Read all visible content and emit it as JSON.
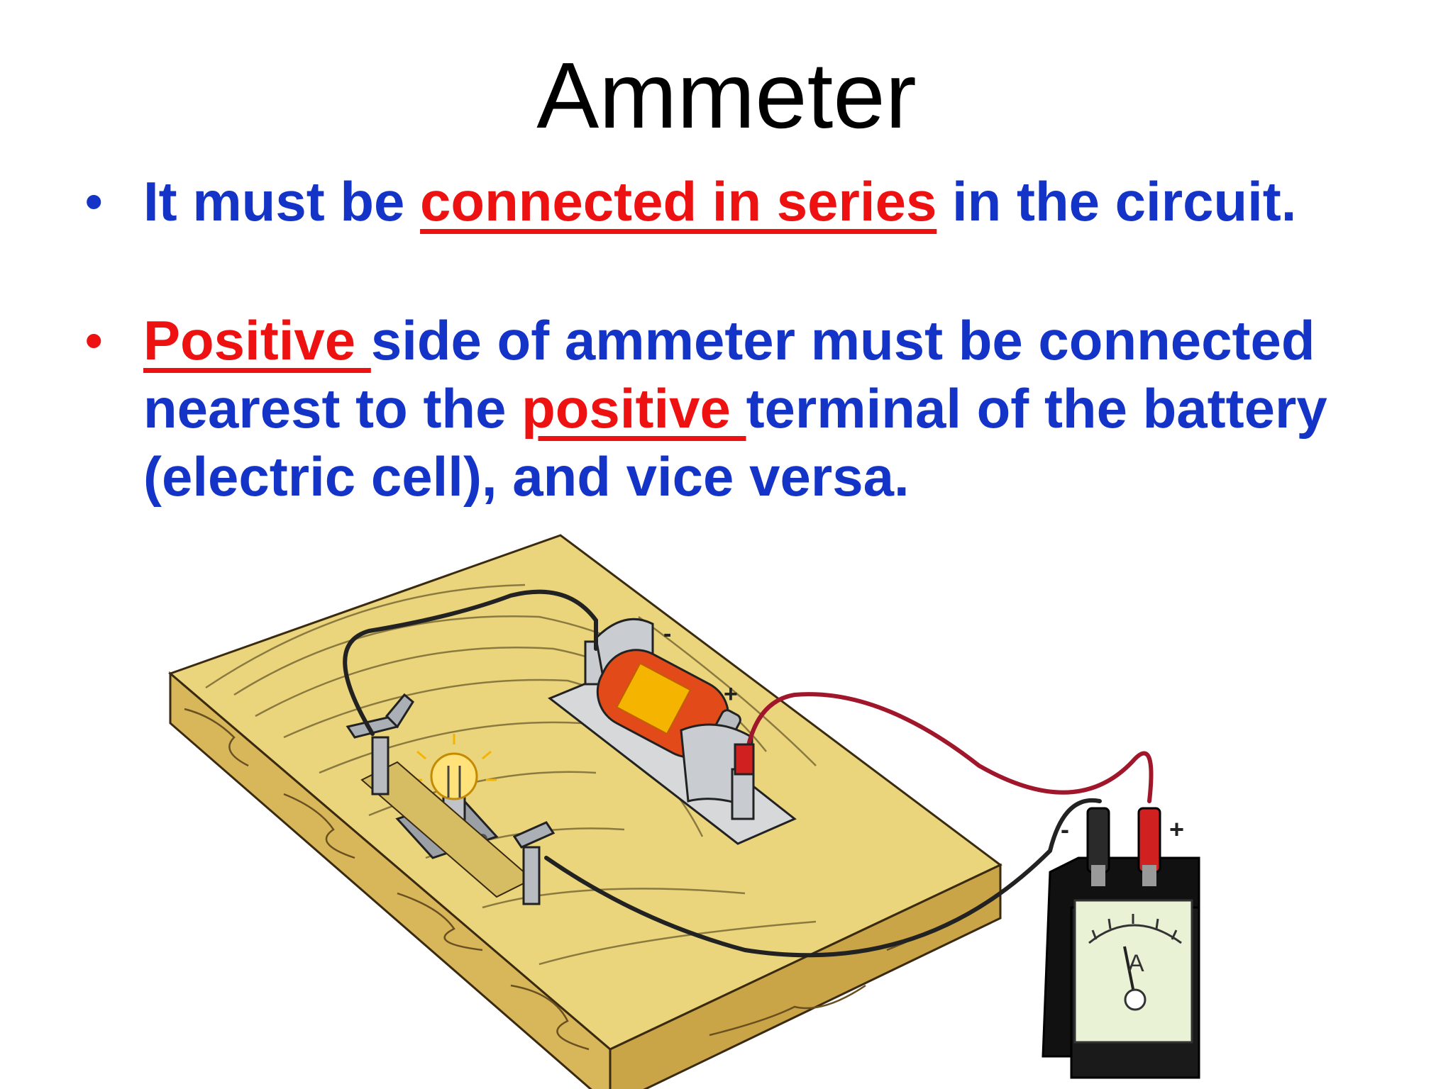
{
  "title": "Ammeter",
  "bullets": [
    {
      "marker": "•",
      "parts": [
        "It must be ",
        "connected in series",
        " in the circuit."
      ]
    },
    {
      "marker": "•",
      "line1": [
        "Positive ",
        "side of ammeter must be connected"
      ],
      "line2": [
        "nearest to the ",
        "positive ",
        "terminal of the battery"
      ],
      "line3": "(electric cell), and vice versa."
    }
  ],
  "figure": {
    "cell_minus": "-",
    "cell_plus": "+",
    "meter_minus": "-",
    "meter_plus": "+",
    "meter_letter": "A"
  },
  "colors": {
    "text_blue": "#1434c8",
    "highlight_red": "#ee1111",
    "board": "#e8d27a",
    "wire_red": "#b0202a",
    "wire_black": "#222222"
  }
}
